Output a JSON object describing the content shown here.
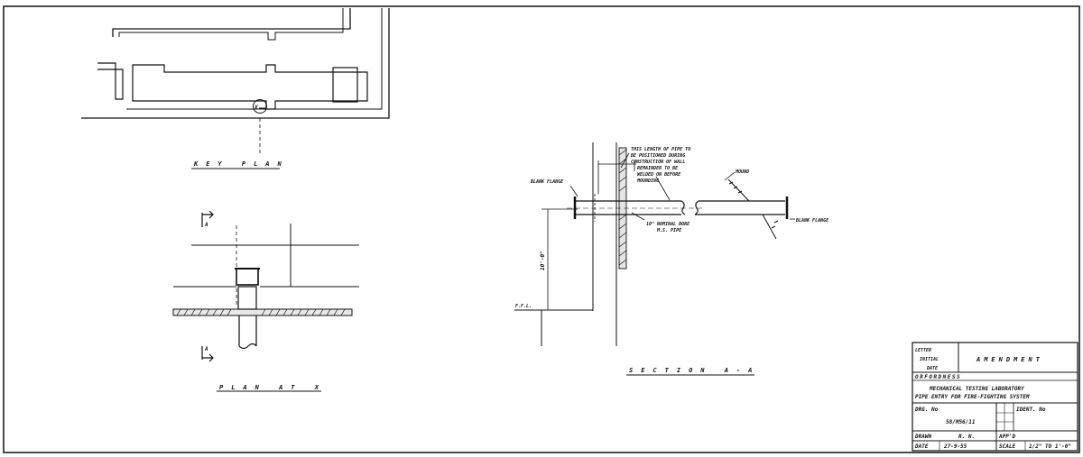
{
  "drawing": {
    "key_plan": {
      "title": "KEY PLAN",
      "marker": "X"
    },
    "plan_at_x": {
      "title": "PLAN AT X",
      "section_mark_top": "A",
      "section_mark_bottom": "A"
    },
    "section_aa": {
      "title": "SECTION A-A",
      "notes": {
        "pipe_length_1": "THIS LENGTH OF PIPE TO",
        "pipe_length_2": "BE POSITIONED DURING",
        "pipe_length_3": "CONSTRUCTION OF WALL",
        "remainder_1": "REMAINDER TO BE",
        "remainder_2": "WELDED ON BEFORE",
        "remainder_3": "MOUNDING",
        "blank_flange_left": "BLANK FLANGE",
        "blank_flange_right": "BLANK FLANGE",
        "mound": "MOUND",
        "pipe_1": "10\" NOMINAL BORE",
        "pipe_2": "M.S. PIPE",
        "height": "10'-0\"",
        "ffl": "F.F.L."
      }
    },
    "title_block": {
      "amend_letter": "LETTER",
      "amend_initial": "INITIAL",
      "amend_date": "DATE",
      "amendment": "AMENDMENT",
      "org": "ORFORDNESS",
      "title_line1": "MECHANICAL TESTING LABORATORY",
      "title_line2": "PIPE ENTRY FOR FIRE-FIGHTING SYSTEM",
      "drg_label": "DRG. No",
      "drg_value": "58/M56/11",
      "ident_label": "IDENT. No",
      "drawn_label": "DRAWN",
      "drawn_value": "R. N.",
      "appd_label": "APP'D",
      "date_label": "DATE",
      "date_value": "27-9-55",
      "scale_label": "SCALE",
      "scale_value": "1/2\" TO 1'-0\""
    }
  }
}
